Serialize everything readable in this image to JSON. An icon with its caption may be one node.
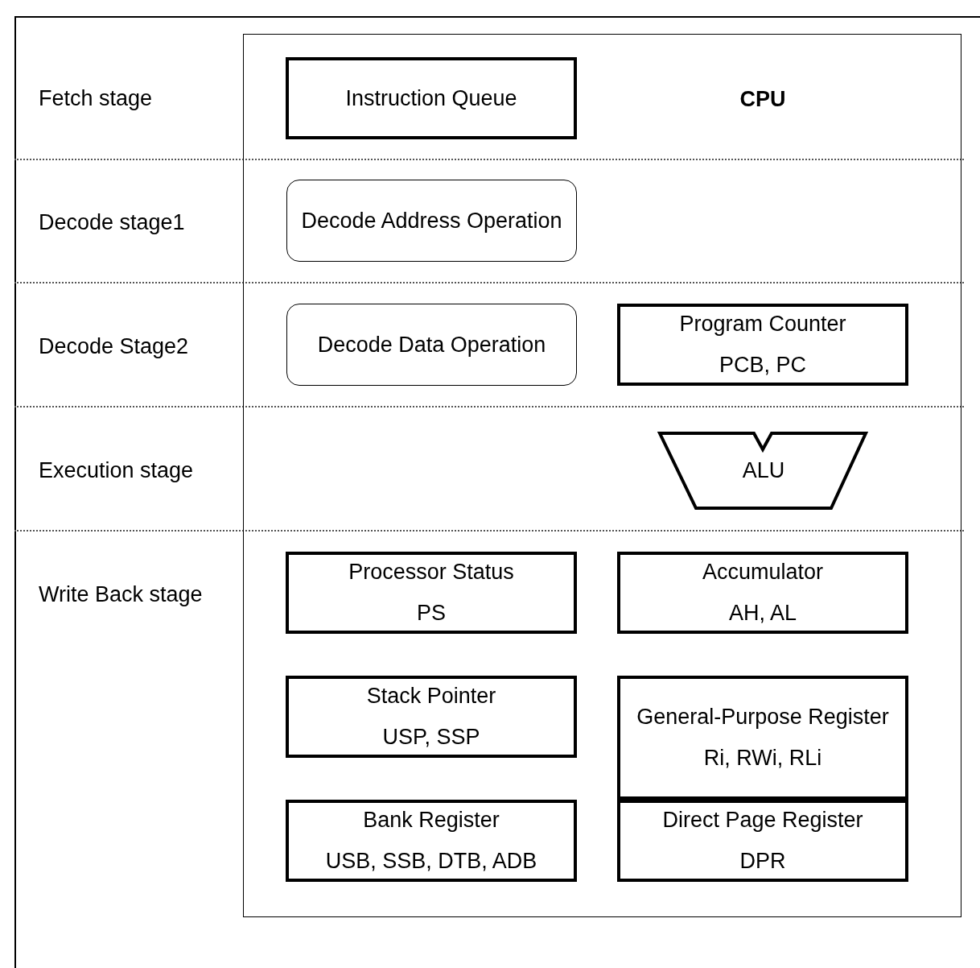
{
  "diagram": {
    "nodes": [
      {
        "text": [
          "CPU"
        ]
      },
      {
        "text": [
          "Instruction Queue"
        ],
        "in": 0
      },
      {
        "text": [
          "Decode Address Operation"
        ],
        "in": 0
      },
      {
        "text": [
          "Decode Data Operation"
        ],
        "in": 0
      },
      {
        "text": [
          "Program Counter",
          "PCB, PC"
        ],
        "in": 0
      },
      {
        "text": [
          "ALU"
        ],
        "in": 0
      },
      {
        "text": [
          "Processor Status",
          "PS"
        ],
        "in": 0
      },
      {
        "text": [
          "Accumulator",
          "AH, AL"
        ],
        "in": 0
      },
      {
        "text": [
          "Stack Pointer",
          "USP, SSP"
        ],
        "in": 0
      },
      {
        "text": [
          "General-Purpose Register",
          "Ri, RWi, RLi"
        ],
        "in": 0
      },
      {
        "text": [
          "Bank Register",
          "USB, SSB, DTB, ADB"
        ],
        "in": 0
      },
      {
        "text": [
          "Direct Page Register",
          "DPR"
        ],
        "in": 0
      }
    ],
    "labels": [
      "Fetch stage",
      "Decode stage1",
      "Decode Stage2",
      "Execution stage",
      "Write Back stage"
    ]
  }
}
